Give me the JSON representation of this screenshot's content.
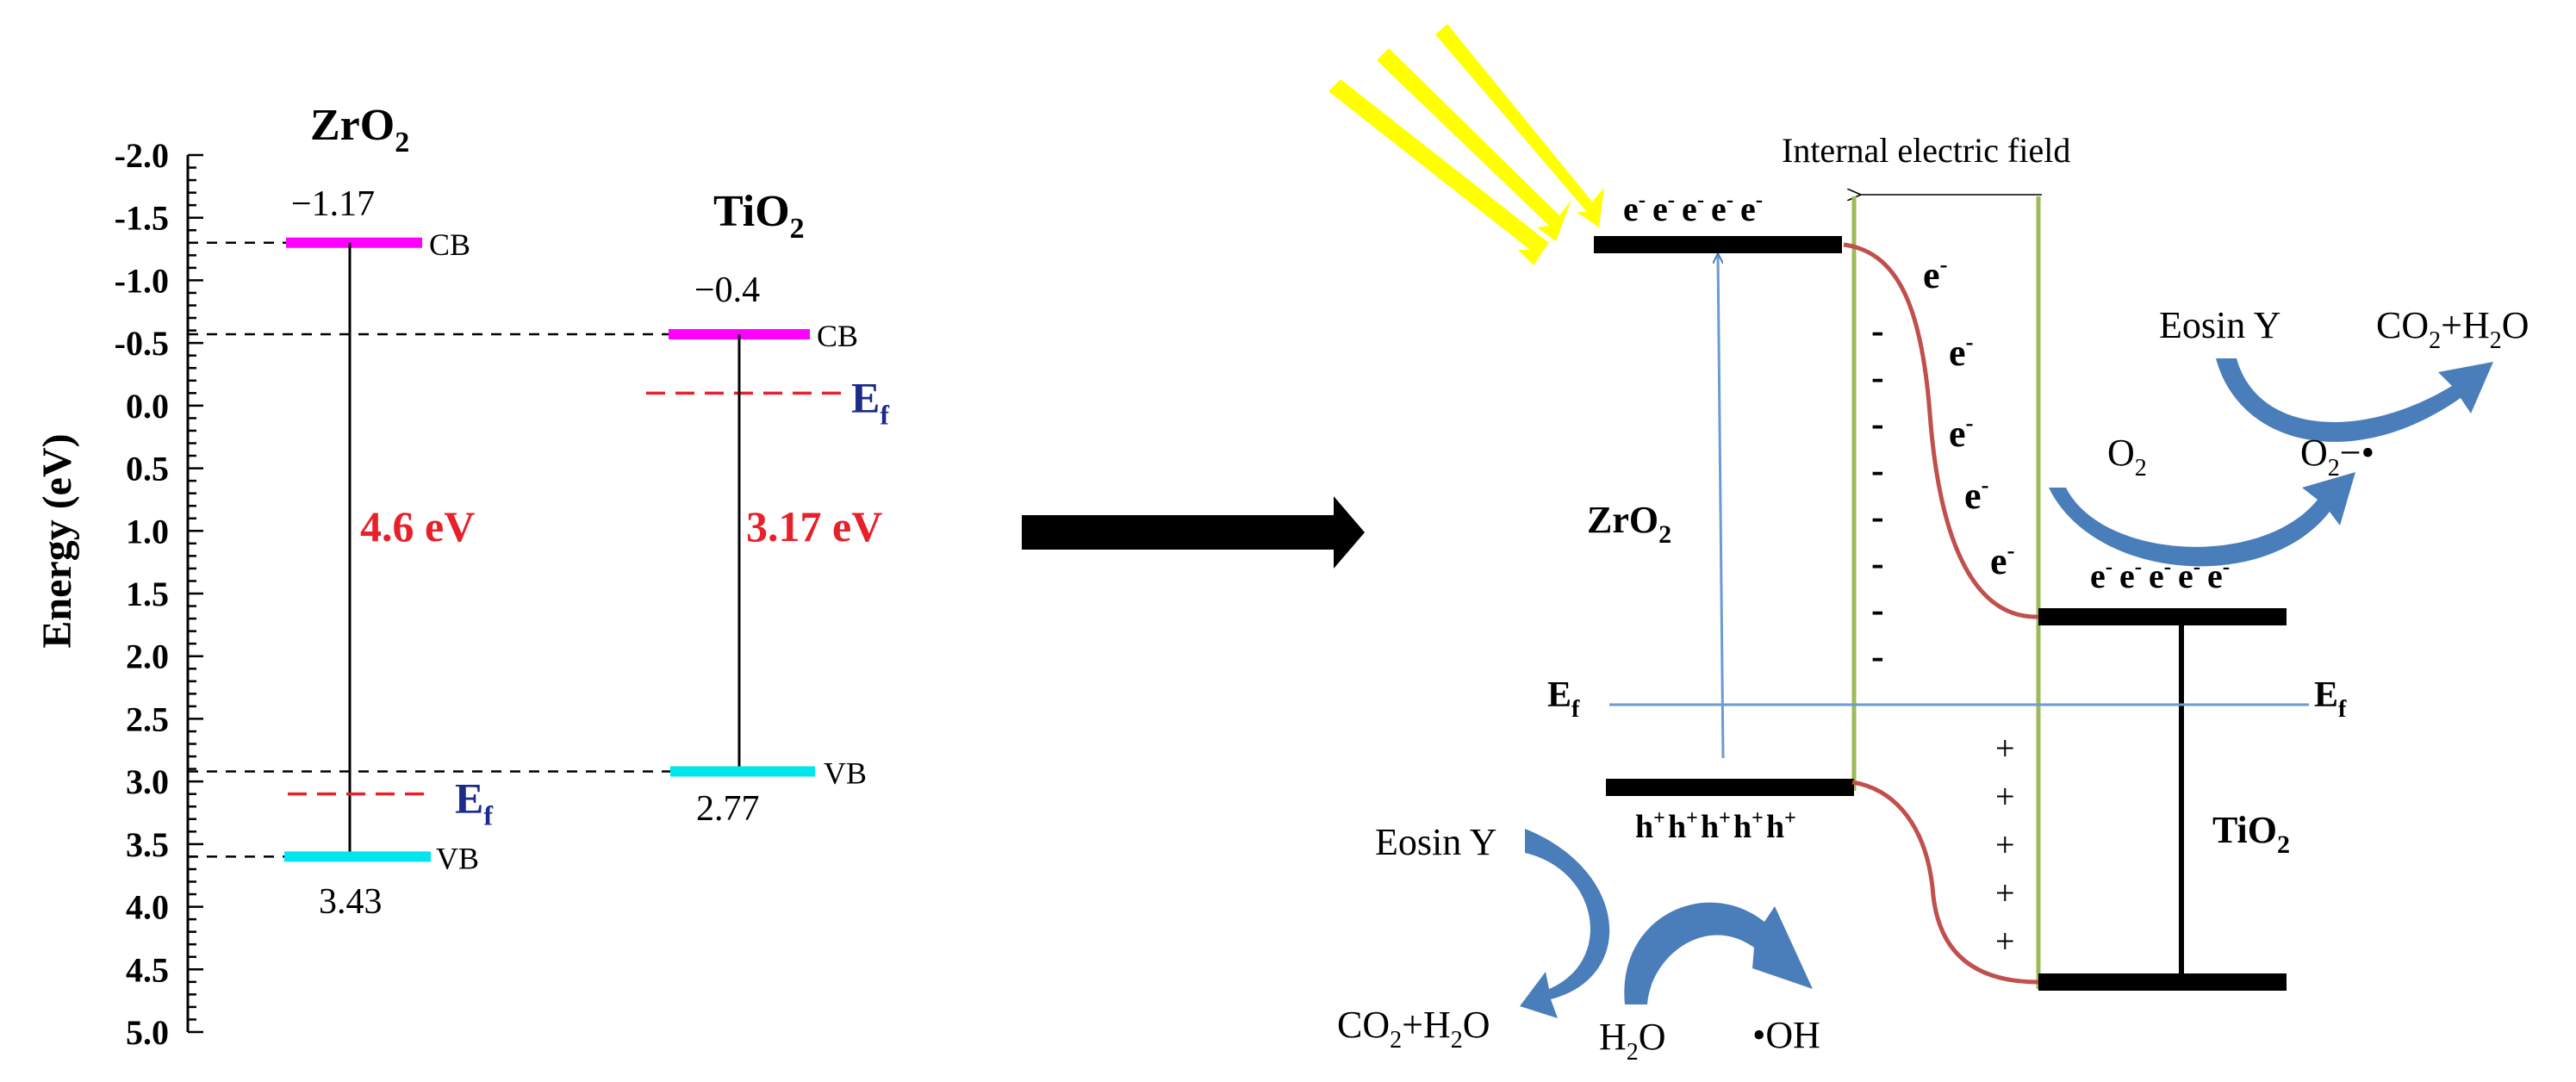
{
  "colors": {
    "cb_line": "#ff00ff",
    "vb_line": "#00e5ee",
    "fermi_dashed": "#e8202a",
    "gap_text": "#e8202a",
    "ef_text": "#1c2a8a",
    "sun_rays": "#ffff00",
    "band_edges": "#c0504d",
    "field_lines": "#9bbb59",
    "fermi_line_right": "#6a9bd1",
    "cycle_arrows": "#4a7eba",
    "black": "#000000"
  },
  "left_diagram": {
    "axis": {
      "label": "Energy (eV)",
      "min": -2.0,
      "max": 5.0,
      "major_step": 0.5,
      "minor_step": 0.1,
      "tick_labels": [
        "-2.0",
        "-1.5",
        "-1.0",
        "-0.5",
        "0.0",
        "0.5",
        "1.0",
        "1.5",
        "2.0",
        "2.5",
        "3.0",
        "3.5",
        "4.0",
        "4.5",
        "5.0"
      ]
    },
    "zro2": {
      "title": "ZrO",
      "title_sub": "2",
      "cb_value": -1.3,
      "vb_value": 3.6,
      "fermi_value": 3.1,
      "cb_number": "−1.17",
      "vb_number": "3.43",
      "cb_tag": "CB",
      "vb_tag": "VB",
      "gap": "4.6 eV",
      "ef_main": "E",
      "ef_sub": "f"
    },
    "tio2": {
      "title": "TiO",
      "title_sub": "2",
      "cb_value": -0.57,
      "vb_value": 2.92,
      "fermi_value": -0.1,
      "cb_number": "−0.4",
      "vb_number": "2.77",
      "cb_tag": "CB",
      "vb_tag": "VB",
      "gap": "3.17 eV",
      "ef_main": "E",
      "ef_sub": "f"
    }
  },
  "right_diagram": {
    "field_label": "Internal electric field",
    "zro2_label_main": "ZrO",
    "zro2_label_sub": "2",
    "tio2_label_main": "TiO",
    "tio2_label_sub": "2",
    "ef_main": "E",
    "ef_sub": "f",
    "electron": "e",
    "electron_charge": "-",
    "hole": "h",
    "hole_charge": "+",
    "minus_sign": "-",
    "plus_sign": "+",
    "eosin_top": "Eosin Y",
    "co2_top_a": "CO",
    "co2_top_sub": "2",
    "co2_top_b": "+H",
    "co2_top_sub2": "2",
    "co2_top_c": "O",
    "o2_main": "O",
    "o2_sub": "2",
    "o2rad_main": "O",
    "o2rad_sub": "2",
    "o2rad_tail": "−•",
    "eosin_bottom": "Eosin Y",
    "co2_bot_a": "CO",
    "co2_bot_sub": "2",
    "co2_bot_b": "+H",
    "co2_bot_sub2": "2",
    "co2_bot_c": "O",
    "h2o_main": "H",
    "h2o_sub": "2",
    "h2o_tail": "O",
    "oh": "•OH"
  }
}
